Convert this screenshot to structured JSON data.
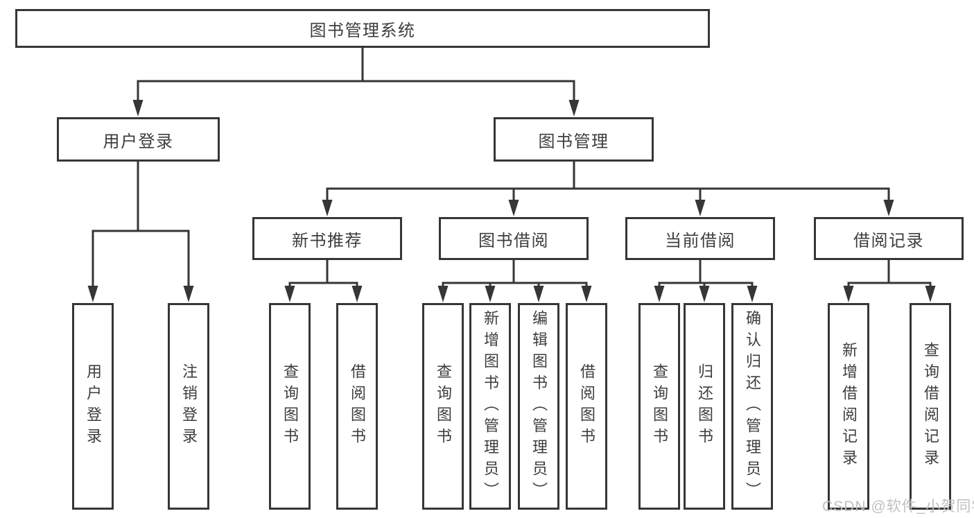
{
  "style": {
    "background": "#ffffff",
    "line_color": "#363636",
    "box_border_color": "#363636",
    "box_fill": "#ffffff",
    "text_color": "#3d3d3d",
    "watermark_color": "#c0c0c0"
  },
  "tree": {
    "root": "图书管理系统",
    "branches": [
      {
        "label": "用户登录",
        "children": [
          "用户登录",
          "注销登录"
        ]
      },
      {
        "label": "图书管理",
        "groups": [
          {
            "label": "新书推荐",
            "children": [
              "查询图书",
              "借阅图书"
            ]
          },
          {
            "label": "图书借阅",
            "children": [
              "查询图书",
              "新增图书（管理员）",
              "编辑图书（管理员）",
              "借阅图书"
            ]
          },
          {
            "label": "当前借阅",
            "children": [
              "查询图书",
              "归还图书",
              "确认归还（管理员）"
            ]
          },
          {
            "label": "借阅记录",
            "children": [
              "新增借阅记录",
              "查询借阅记录"
            ]
          }
        ]
      }
    ]
  },
  "watermark": {
    "text": "CSDN @软件_小贺同学"
  }
}
